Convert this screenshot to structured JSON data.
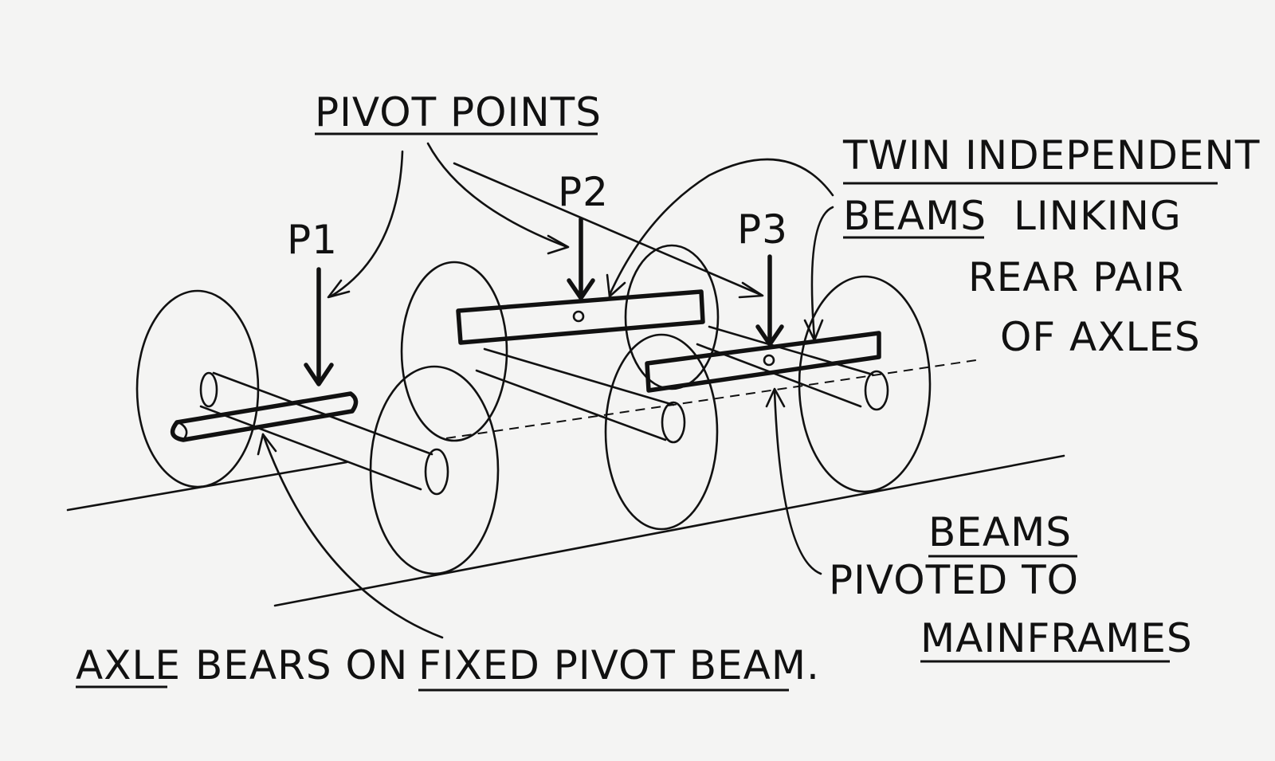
{
  "diagram": {
    "labels": {
      "pivot_points": "PIVOT POINTS",
      "p1": "P1",
      "p2": "P2",
      "p3": "P3",
      "twin_line1": "TWIN INDEPENDENT",
      "twin_line2a": "BEAMS",
      "twin_line2b": "LINKING",
      "twin_line3": "REAR PAIR",
      "twin_line4": "OF AXLES",
      "beams": "BEAMS",
      "pivoted_to": "PIVOTED TO",
      "mainframes": "MAINFRAMES",
      "axle": "AXLE",
      "bears_on": "BEARS ON",
      "fixed_pivot_beam": "FIXED PIVOT BEAM."
    }
  }
}
